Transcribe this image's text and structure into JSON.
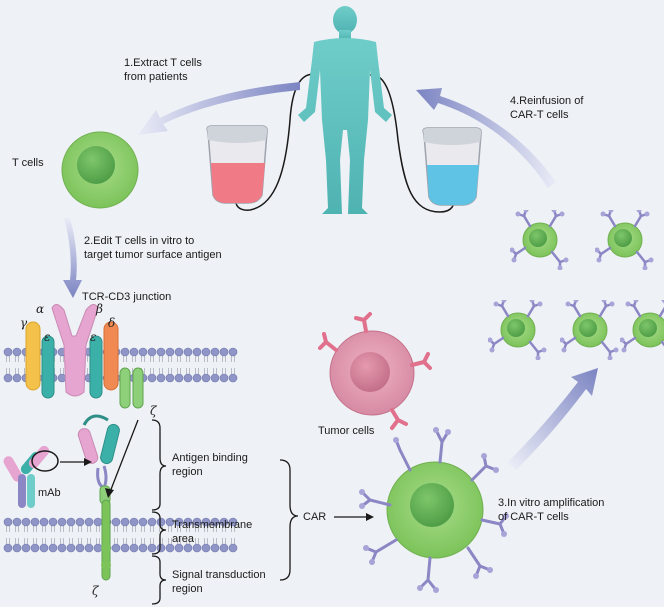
{
  "colors": {
    "background": "#eef1f5",
    "human": "#5fc3c0",
    "t_cell": "#8fcf6e",
    "tumor_cell": "#d98da6",
    "car_receptor": "#8a87c4",
    "arrow": "#7b84c2",
    "red_bag": "#f07b86",
    "blue_bag": "#5fc3e6"
  },
  "steps": {
    "step1_line1": "1.Extract T cells",
    "step1_line2": "from patients",
    "step2_line1": "2.Edit T cells in vitro to",
    "step2_line2": "target tumor surface antigen",
    "step3_line1": "3.In vitro amplification",
    "step3_line2": "of CAR-T cells",
    "step4_line1": "4.Reinfusion of",
    "step4_line2": "CAR-T cells"
  },
  "labels": {
    "t_cells": "T cells",
    "tcr_cd3": "TCR-CD3 junction",
    "tumor_cells": "Tumor cells",
    "mab": "mAb",
    "car": "CAR",
    "antigen_binding_1": "Antigen binding",
    "antigen_binding_2": "region",
    "transmembrane_1": "Transmembrane",
    "transmembrane_2": "area",
    "signal_1": "Signal transduction",
    "signal_2": "region"
  },
  "greek": {
    "alpha": "α",
    "beta": "β",
    "gamma": "γ",
    "delta": "δ",
    "epsilon_left": "ε",
    "epsilon_right": "ε",
    "zeta_top": "ζ",
    "zeta_bottom": "ζ"
  }
}
